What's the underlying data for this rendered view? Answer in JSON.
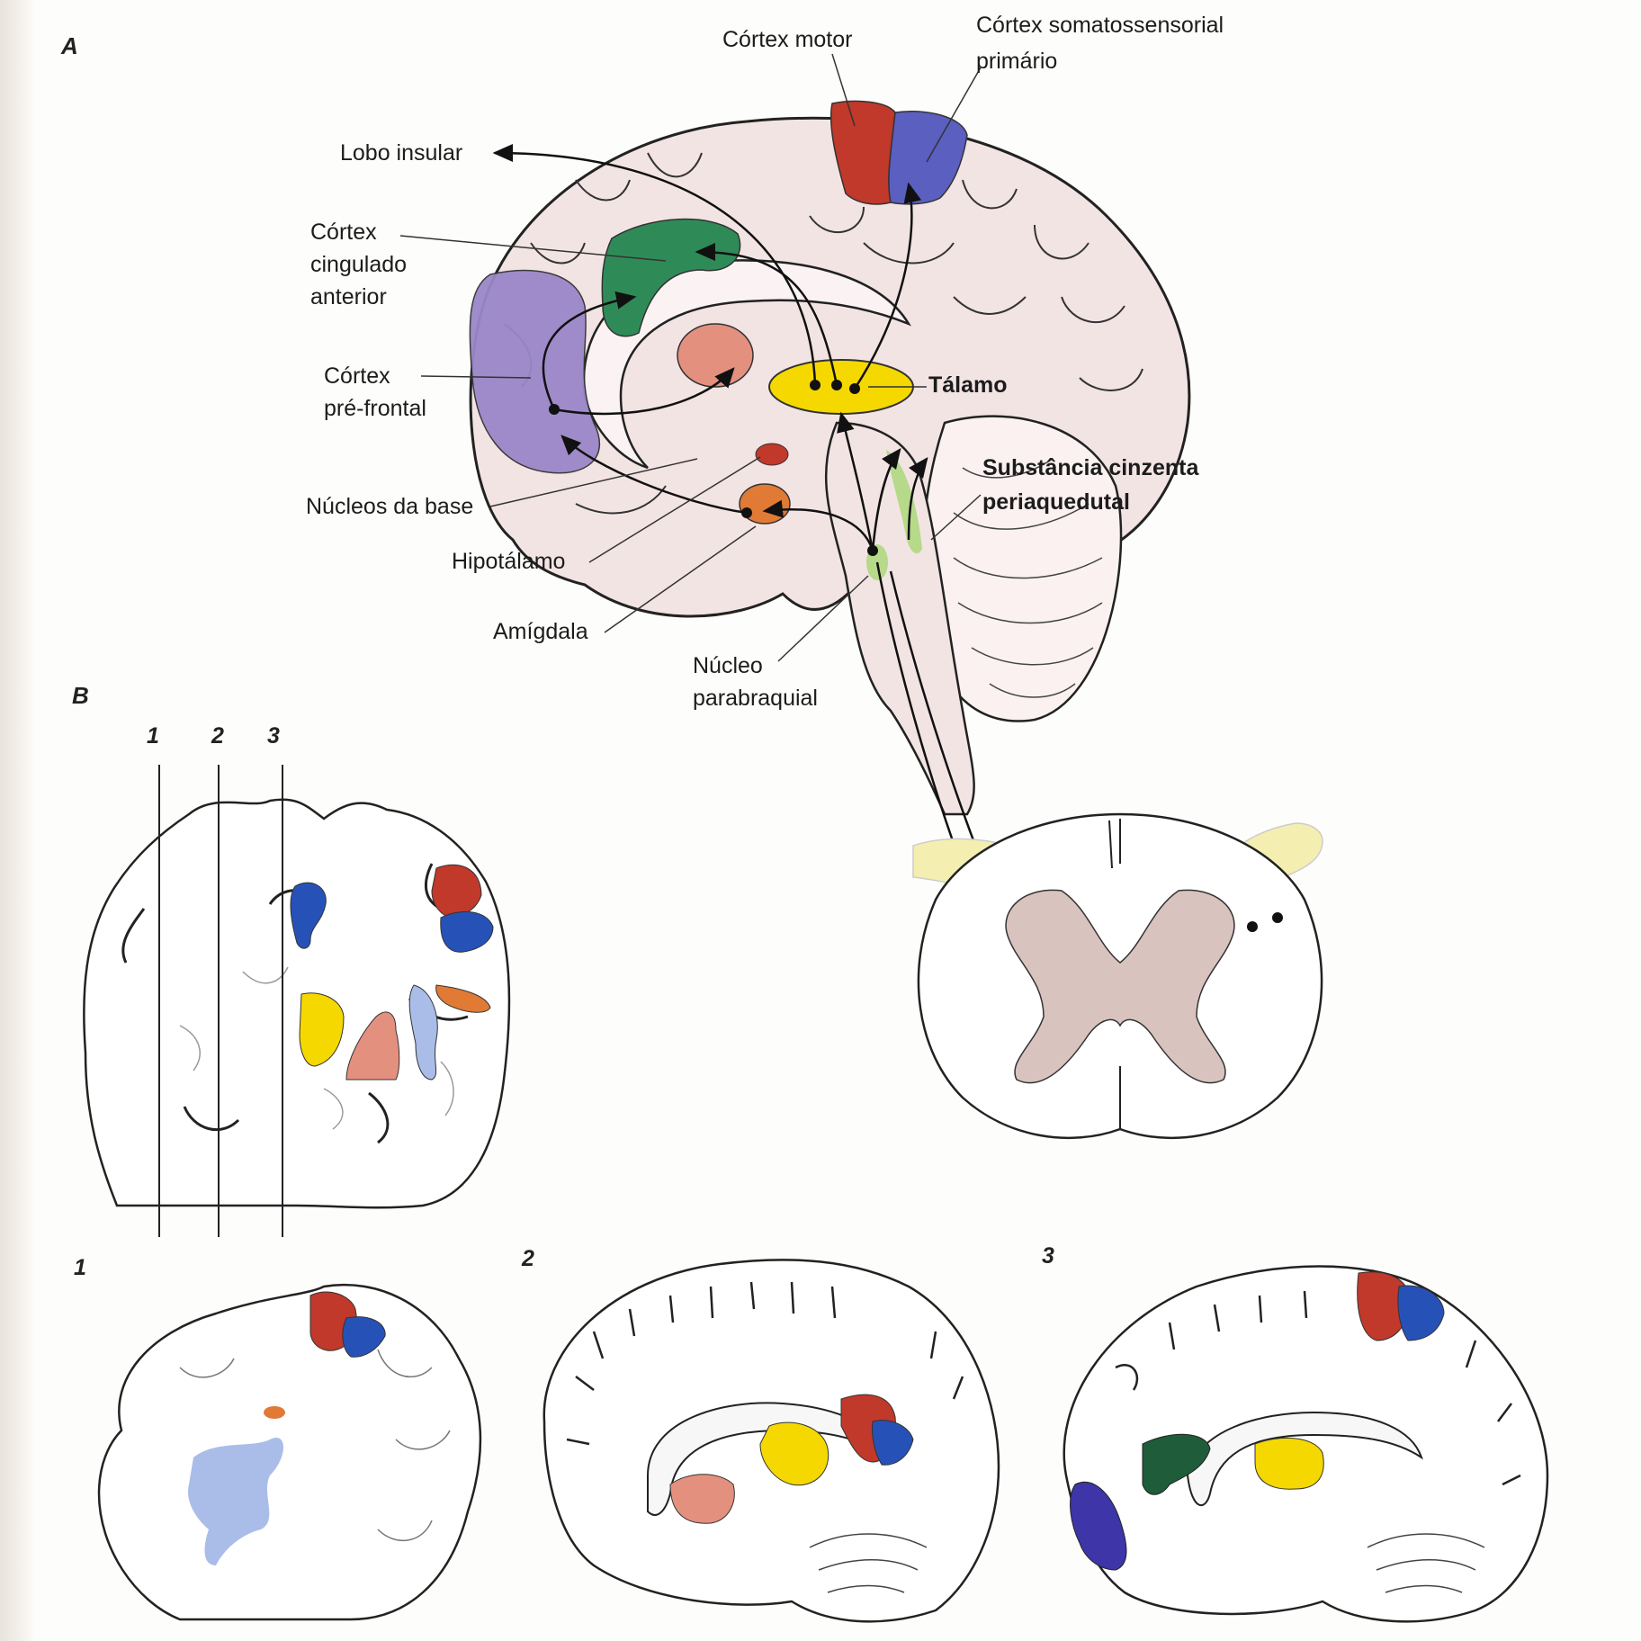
{
  "panels": {
    "a": "A",
    "b": "B"
  },
  "slices": [
    "1",
    "2",
    "3"
  ],
  "sub_panels": [
    "1",
    "2",
    "3"
  ],
  "labels": {
    "motor_cortex": "Córtex motor",
    "somatosensory_l1": "Córtex somatossensorial",
    "somatosensory_l2": "primário",
    "insular": "Lobo insular",
    "acc_l1": "Córtex",
    "acc_l2": "cingulado",
    "acc_l3": "anterior",
    "pfc_l1": "Córtex",
    "pfc_l2": "pré-frontal",
    "thalamus": "Tálamo",
    "pag_l1": "Substância cinzenta",
    "pag_l2": "periaquedutal",
    "basal_ganglia": "Núcleos da base",
    "hypothalamus": "Hipotálamo",
    "amygdala": "Amígdala",
    "parabrachial_l1": "Núcleo",
    "parabrachial_l2": "parabraquial"
  },
  "colors": {
    "motor": "#c0392b",
    "somatosensory": "#5a5fc0",
    "acc": "#2e8b57",
    "pfc": "#9b87c8",
    "thalamus": "#f5d800",
    "basal_ganglia": "#e4907f",
    "amygdala": "#e07a35",
    "hypothalamus": "#c0392b",
    "pag": "#b6d98a",
    "insula": "#a9bde8",
    "dorsal_root": "#f4efb0",
    "spinal_gray": "#d9c3be",
    "brain_fill": "#f3e4e4"
  }
}
